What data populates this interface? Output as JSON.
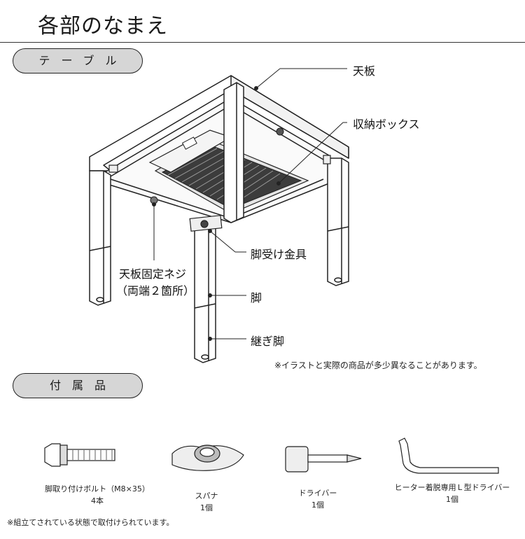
{
  "page_title": "各部のなまえ",
  "section_table": "テーブル",
  "section_accessories": "付属品",
  "labels": {
    "tenban": "天板",
    "storage_box": "収納ボックス",
    "leg_bracket": "脚受け金具",
    "top_fix_screw_line1": "天板固定ネジ",
    "top_fix_screw_line2": "（両端２箇所）",
    "leg": "脚",
    "joint_leg": "継ぎ脚"
  },
  "illustration_note": "※イラストと実際の商品が多少異なることがあります。",
  "accessories": [
    {
      "name": "脚取り付けボルト（M8×35）",
      "qty": "4本"
    },
    {
      "name": "スパナ",
      "qty": "1個"
    },
    {
      "name": "ドライバー",
      "qty": "1個"
    },
    {
      "name": "ヒーター着脱専用Ｌ型ドライバー",
      "qty": "1個"
    }
  ],
  "footer_note": "※組立てされている状態で取付けられています。"
}
